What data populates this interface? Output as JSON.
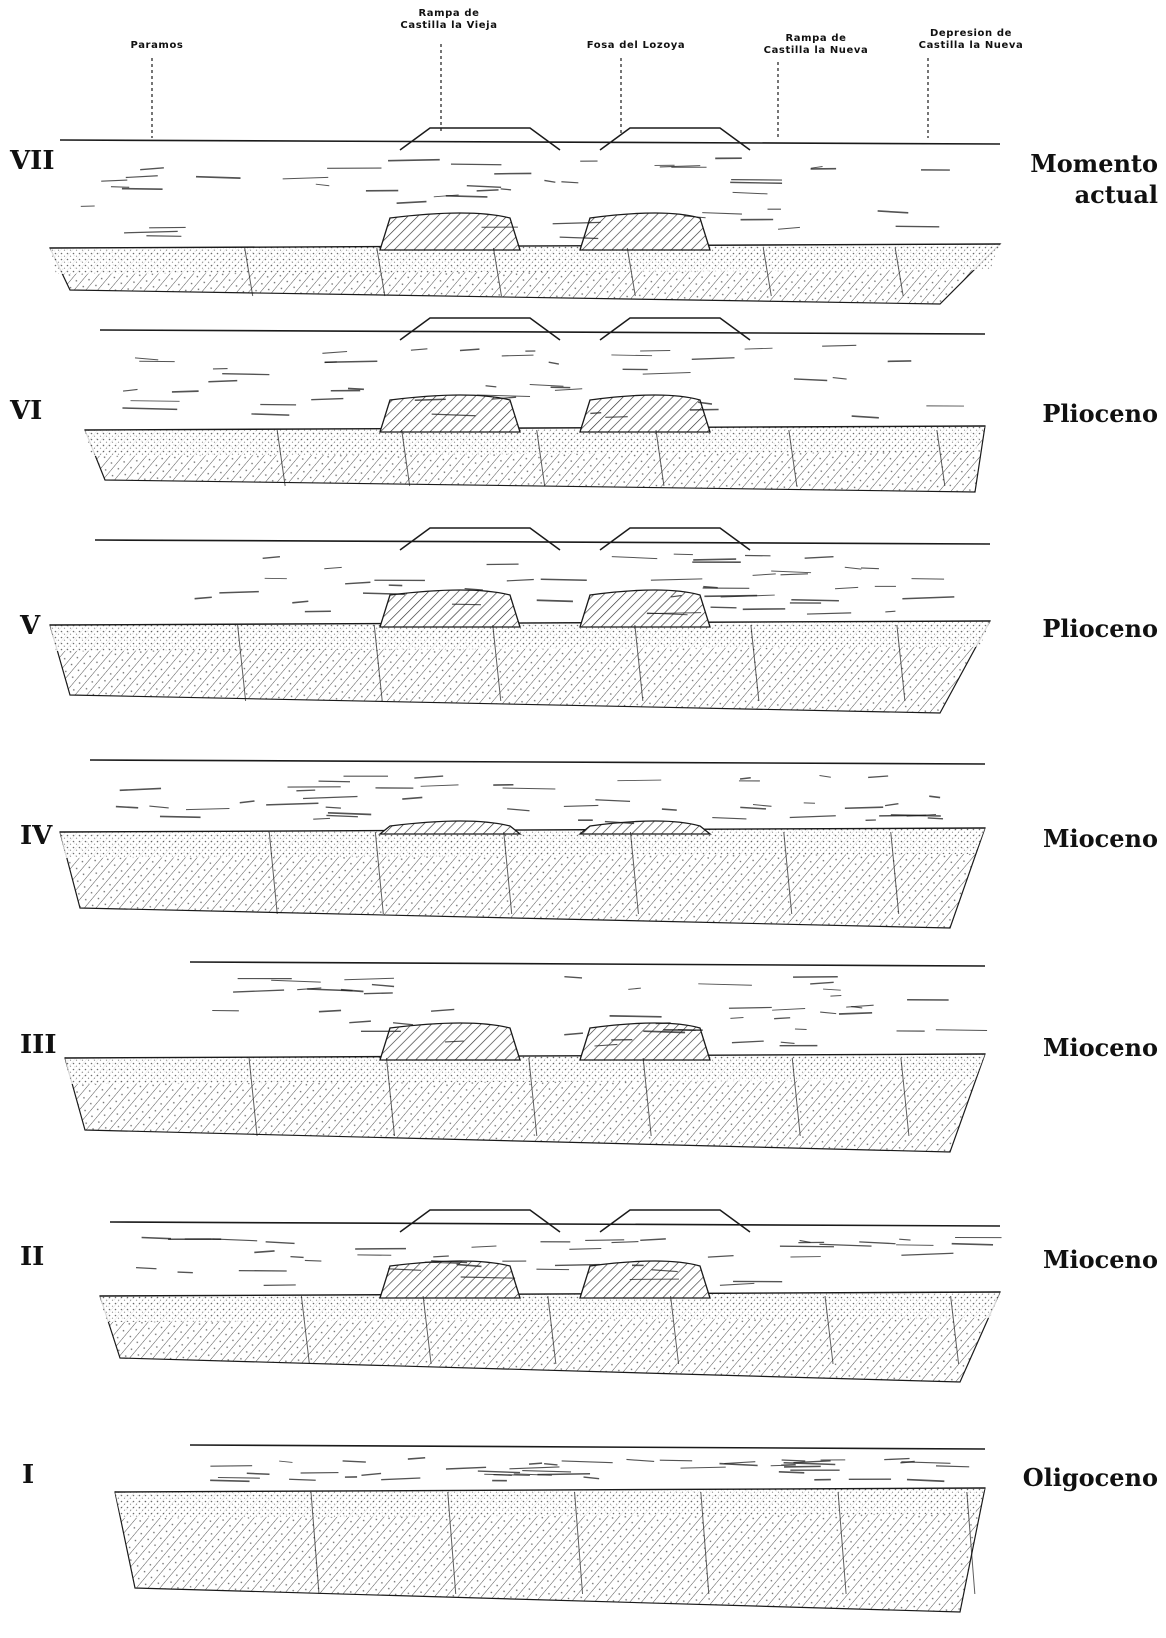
{
  "header_labels": [
    {
      "id": "paramos",
      "lines": [
        "Paramos"
      ]
    },
    {
      "id": "rampa-vieja",
      "lines": [
        "Rampa de",
        "Castilla la Vieja"
      ]
    },
    {
      "id": "fosa",
      "lines": [
        "Fosa del Lozoya"
      ]
    },
    {
      "id": "rampa-nueva",
      "lines": [
        "Rampa de",
        "Castilla la Nueva"
      ]
    },
    {
      "id": "depresion",
      "lines": [
        "Depresion de",
        "Castilla la Nueva"
      ]
    }
  ],
  "stages": [
    {
      "numeral": "VII",
      "epoch_lines": [
        "Momento",
        "actual"
      ],
      "horsts": "eroded"
    },
    {
      "numeral": "VI",
      "epoch_lines": [
        "Plioceno"
      ],
      "horsts": "raised"
    },
    {
      "numeral": "V",
      "epoch_lines": [
        "Plioceno"
      ],
      "horsts": "raised"
    },
    {
      "numeral": "IV",
      "epoch_lines": [
        "Mioceno"
      ],
      "horsts": "buried"
    },
    {
      "numeral": "III",
      "epoch_lines": [
        "Mioceno"
      ],
      "horsts": "low"
    },
    {
      "numeral": "II",
      "epoch_lines": [
        "Mioceno"
      ],
      "horsts": "raised"
    },
    {
      "numeral": "I",
      "epoch_lines": [
        "Oligoceno"
      ],
      "horsts": "none"
    }
  ],
  "colors": {
    "ink": "#1a1a1a",
    "paper": "#ffffff",
    "shade": "#d9d9d9"
  }
}
